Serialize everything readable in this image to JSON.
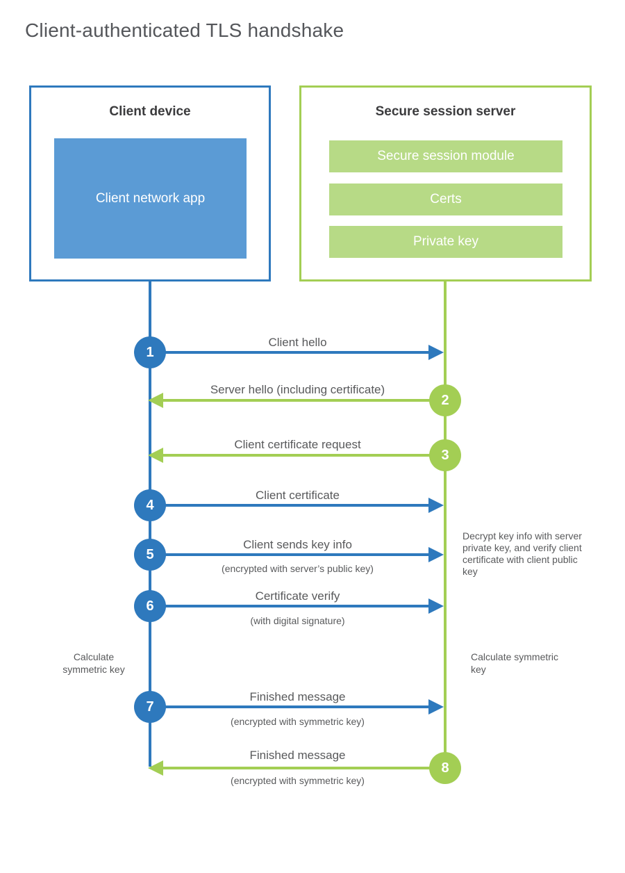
{
  "title": "Client-authenticated TLS handshake",
  "colors": {
    "blue": "#2e79bd",
    "blue_fill": "#5b9bd5",
    "green": "#a3ce54",
    "green_fill": "#b7da86",
    "title_gray": "#54565a",
    "heading_dark": "#3b3b3d",
    "label_gray": "#58595b"
  },
  "client_box": {
    "title": "Client device",
    "app_label": "Client network app"
  },
  "server_box": {
    "title": "Secure session server",
    "modules": [
      "Secure session module",
      "Certs",
      "Private key"
    ]
  },
  "steps": [
    {
      "num": "1",
      "direction": "right",
      "label": "Client hello",
      "sub": ""
    },
    {
      "num": "2",
      "direction": "left",
      "label": "Server hello (including certificate)",
      "sub": ""
    },
    {
      "num": "3",
      "direction": "left",
      "label": "Client certificate request",
      "sub": ""
    },
    {
      "num": "4",
      "direction": "right",
      "label": "Client certificate",
      "sub": ""
    },
    {
      "num": "5",
      "direction": "right",
      "label": "Client sends key info",
      "sub": "(encrypted with server’s public key)"
    },
    {
      "num": "6",
      "direction": "right",
      "label": "Certificate verify",
      "sub": "(with digital signature)"
    },
    {
      "num": "7",
      "direction": "right",
      "label": "Finished message",
      "sub": "(encrypted with symmetric key)"
    },
    {
      "num": "8",
      "direction": "left",
      "label": "Finished message",
      "sub": "(encrypted with symmetric key)"
    }
  ],
  "annotations": {
    "server_note": "Decrypt key info with server private key, and verify client certificate with client public key",
    "calc_client": "Calculate symmetric key",
    "calc_server": "Calculate symmetric key"
  }
}
